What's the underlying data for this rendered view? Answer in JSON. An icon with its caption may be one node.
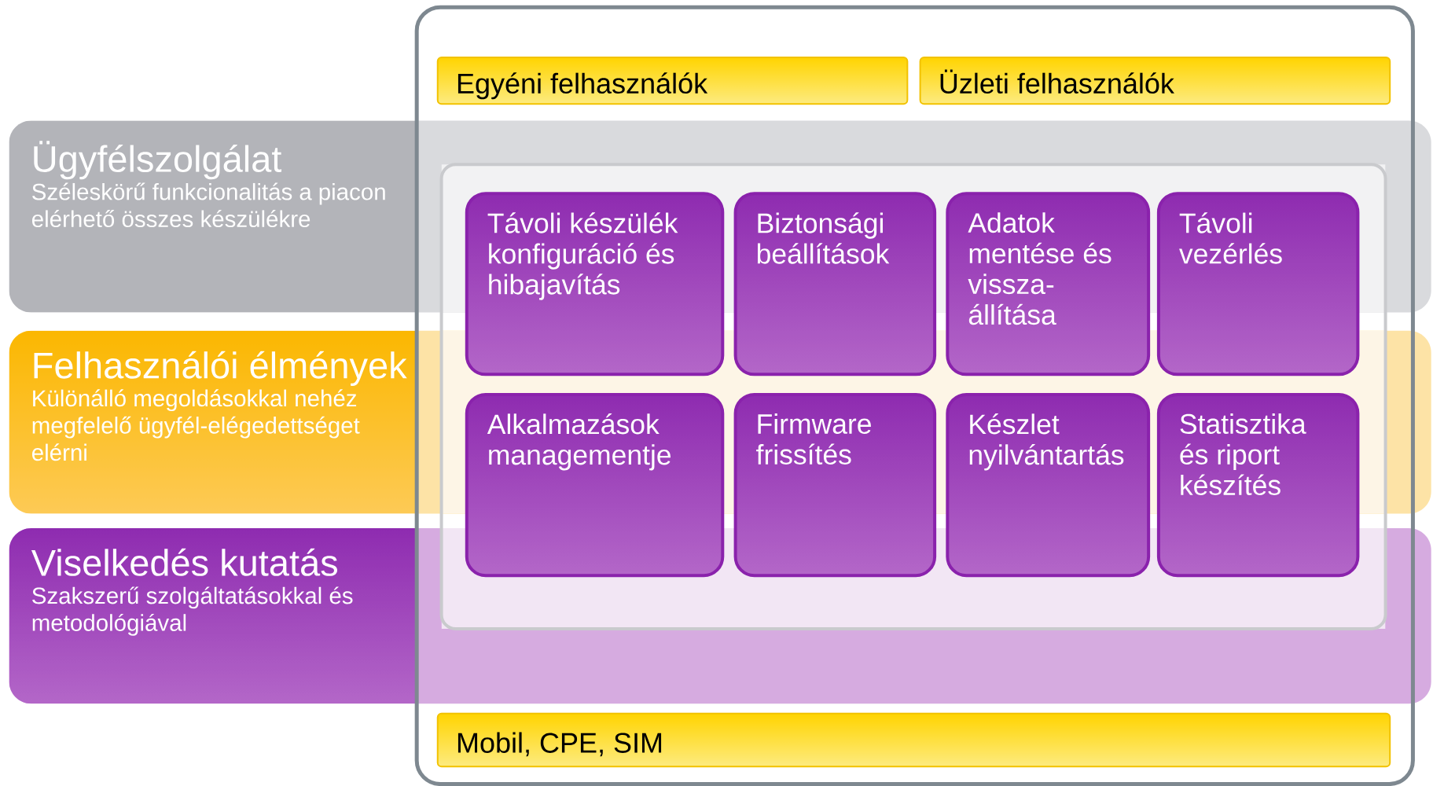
{
  "diagram": {
    "nodes": [
      {
        "text": [],
        "shape": "box"
      },
      {
        "text": [
          "Egyéni felhasználók"
        ],
        "in": 0
      },
      {
        "text": [
          "Üzleti felhasználók"
        ],
        "in": 0
      },
      {
        "text": [
          "Ügyfélszolgálat",
          "Széleskörű funkcionalitás a piacon elérhető összes készülékre"
        ]
      },
      {
        "text": [
          "Felhasználói élmények",
          "Különálló megoldásokkal nehéz megfelelő ügyfél-elégedettséget elérni"
        ]
      },
      {
        "text": [
          "Viselkedés kutatás",
          "Szakszerű szolgáltatásokkal és metodológiával"
        ]
      },
      {
        "text": [],
        "shape": "box",
        "in": 0
      },
      {
        "text": [
          "Távoli készülék konfiguráció és hibajavítás"
        ],
        "in": 6
      },
      {
        "text": [
          "Biztonsági beállítások"
        ],
        "in": 6
      },
      {
        "text": [
          "Adatok mentése és vissza-állítása"
        ],
        "in": 6
      },
      {
        "text": [
          "Távoli vezérlés"
        ],
        "in": 6
      },
      {
        "text": [
          "Alkalmazások managementje"
        ],
        "in": 6
      },
      {
        "text": [
          "Firmware frissítés"
        ],
        "in": 6
      },
      {
        "text": [
          "Készlet nyilvántartás"
        ],
        "in": 6
      },
      {
        "text": [
          "Statisztika és riport készítés"
        ],
        "in": 6
      },
      {
        "text": [
          "Mobil, CPE, SIM"
        ],
        "in": 0
      }
    ]
  }
}
